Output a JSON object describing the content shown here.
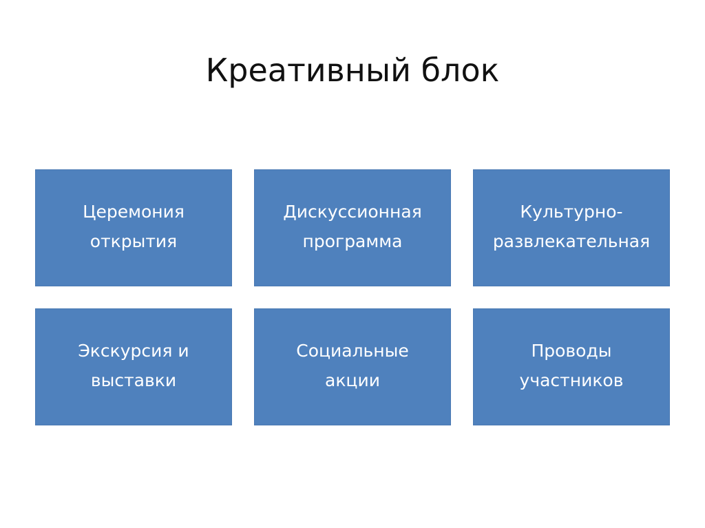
{
  "slide": {
    "title": "Креативный блок",
    "box_color": "#4f81bd",
    "boxes": [
      {
        "label": "Церемония\nоткрытия"
      },
      {
        "label": "Дискуссионная\nпрограмма"
      },
      {
        "label": "Культурно-\nразвлекательная"
      },
      {
        "label": "Экскурсия и\nвыставки"
      },
      {
        "label": "Социальные\nакции"
      },
      {
        "label": "Проводы\nучастников"
      }
    ]
  }
}
